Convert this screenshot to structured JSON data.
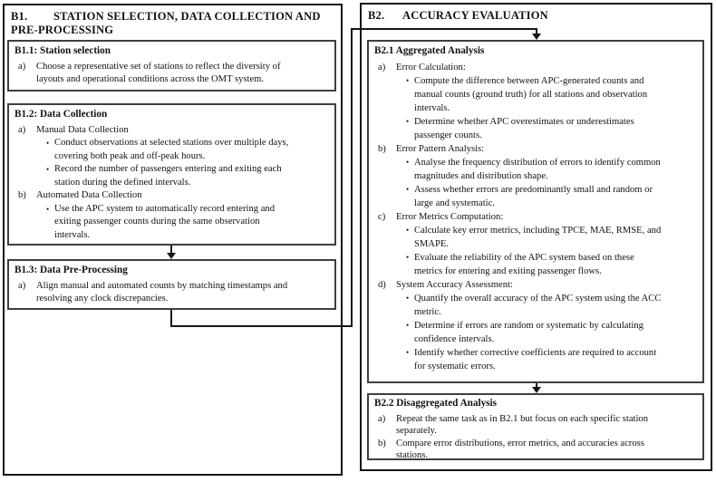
{
  "chars": {
    "bullet": "•"
  },
  "b1": {
    "label": "B1.",
    "title": "STATION SELECTION, DATA COLLECTION AND\nPRE-PROCESSING",
    "sections": [
      {
        "title": "B1.1: Station selection",
        "items": [
          {
            "marker": "a)",
            "text": "Choose a representative set of stations to reflect the diversity of\nlayouts and operational conditions across the OMT system."
          }
        ]
      },
      {
        "title": "B1.2: Data Collection",
        "items": [
          {
            "marker": "a)",
            "text": "Manual Data Collection",
            "bullets": [
              "Conduct observations at selected stations over multiple days,\ncovering both peak and off-peak hours.",
              "Record the number of passengers entering and exiting each\nstation during the defined intervals."
            ]
          },
          {
            "marker": "b)",
            "text": "Automated Data Collection",
            "bullets": [
              "Use the APC system to automatically record entering and\nexiting passenger counts during the same observation\nintervals."
            ]
          }
        ]
      },
      {
        "title": "B1.3: Data Pre-Processing",
        "items": [
          {
            "marker": "a)",
            "text": "Align manual and automated counts by matching timestamps and\nresolving any clock discrepancies."
          }
        ]
      }
    ]
  },
  "b2": {
    "label": "B2.",
    "title": "ACCURACY EVALUATION",
    "sections": [
      {
        "title": "B2.1 Aggregated Analysis",
        "items": [
          {
            "marker": "a)",
            "text": "Error Calculation:",
            "bullets": [
              "Compute the difference between APC-generated counts and\nmanual counts (ground truth) for all stations and observation\nintervals.",
              "Determine whether APC overestimates or underestimates\npassenger counts."
            ]
          },
          {
            "marker": "b)",
            "text": "Error Pattern Analysis:",
            "bullets": [
              "Analyse the frequency distribution of errors to identify common\nmagnitudes and distribution shape.",
              "Assess whether errors are predominantly small and random or\nlarge and systematic."
            ]
          },
          {
            "marker": "c)",
            "text": "Error Metrics Computation:",
            "bullets": [
              "Calculate key error metrics, including TPCE, MAE, RMSE, and\nSMAPE.",
              "Evaluate the reliability of the APC system based on these\nmetrics for entering and exiting passenger flows."
            ]
          },
          {
            "marker": "d)",
            "text": "System Accuracy Assessment:",
            "bullets": [
              "Quantify the overall accuracy of the APC system using the ACC\nmetric.",
              "Determine if errors are random or systematic by calculating\nconfidence intervals.",
              "Identify whether corrective coefficients are required to account\nfor systematic errors."
            ]
          }
        ]
      },
      {
        "title": "B2.2 Disaggregated Analysis",
        "items": [
          {
            "marker": "a)",
            "text": "Repeat the same task as in B2.1 but focus on each specific station\nseparately."
          },
          {
            "marker": "b)",
            "text": "Compare error distributions, error metrics, and accuracies across\nstations."
          }
        ]
      }
    ]
  }
}
